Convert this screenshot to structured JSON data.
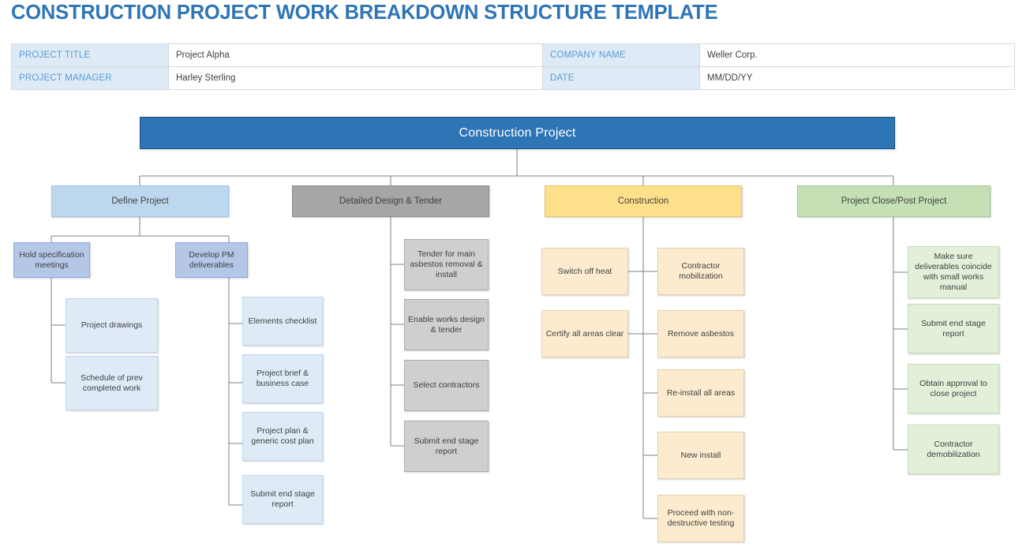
{
  "title": "CONSTRUCTION PROJECT WORK BREAKDOWN STRUCTURE TEMPLATE",
  "header": {
    "rows": [
      {
        "label_left": "PROJECT TITLE",
        "value_left": "Project Alpha",
        "label_right": "COMPANY NAME",
        "value_right": "Weller Corp."
      },
      {
        "label_left": "PROJECT MANAGER",
        "value_left": "Harley Sterling",
        "label_right": "DATE",
        "value_right": "MM/DD/YY"
      }
    ]
  },
  "colors": {
    "title": "#2E75B6",
    "root": "#2E75B6",
    "header_label_bg": "#DEEAF6",
    "header_label_text": "#5B9BD5",
    "branch_define": "#BDD7EE",
    "branch_design": "#A6A6A6",
    "branch_construction": "#FFE08A",
    "branch_close": "#C5E0B4",
    "connector": "#808080"
  },
  "chart_data": {
    "type": "diagram",
    "diagram_kind": "work-breakdown-structure",
    "root": "Construction Project",
    "branches": [
      {
        "label": "Define Project",
        "color": "#BDD7EE",
        "children": [
          {
            "label": "Hold specification meetings",
            "color": "#B4C7E7",
            "children": [
              {
                "label": "Project drawings",
                "color": "#DEEBF7"
              },
              {
                "label": "Schedule of prev completed work",
                "color": "#DEEBF7"
              }
            ]
          },
          {
            "label": "Develop PM deliverables",
            "color": "#B4C7E7",
            "children": [
              {
                "label": "Elements checklist",
                "color": "#DEEBF7"
              },
              {
                "label": "Project brief & business case",
                "color": "#DEEBF7"
              },
              {
                "label": "Project plan & generic cost plan",
                "color": "#DEEBF7"
              },
              {
                "label": "Submit end stage report",
                "color": "#DEEBF7"
              }
            ]
          }
        ]
      },
      {
        "label": "Detailed Design & Tender",
        "color": "#A6A6A6",
        "children": [
          {
            "label": "Tender for main asbestos removal & install",
            "color": "#D0CECE"
          },
          {
            "label": "Enable works design & tender",
            "color": "#D0CECE"
          },
          {
            "label": "Select contractors",
            "color": "#D0CECE"
          },
          {
            "label": "Submit end stage report",
            "color": "#D0CECE"
          }
        ]
      },
      {
        "label": "Construction",
        "color": "#FFE08A",
        "children": [
          {
            "label": "Switch off heat",
            "color": "#FCEBCE",
            "side": "left"
          },
          {
            "label": "Certify all areas clear",
            "color": "#FCEBCE",
            "side": "left"
          },
          {
            "label": "Contractor mobilization",
            "color": "#FCEBCE",
            "side": "right"
          },
          {
            "label": "Remove asbestos",
            "color": "#FCEBCE",
            "side": "right"
          },
          {
            "label": "Re-install all areas",
            "color": "#FCEBCE",
            "side": "right"
          },
          {
            "label": "New install",
            "color": "#FCEBCE",
            "side": "right"
          },
          {
            "label": "Proceed with non-destructive testing",
            "color": "#FCEBCE",
            "side": "right"
          }
        ]
      },
      {
        "label": "Project Close/Post Project",
        "color": "#C5E0B4",
        "children": [
          {
            "label": "Make sure deliverables coincide with small works manual",
            "color": "#E2EFD9"
          },
          {
            "label": "Submit end stage report",
            "color": "#E2EFD9"
          },
          {
            "label": "Obtain approval to close project",
            "color": "#E2EFD9"
          },
          {
            "label": "Contractor demobilization",
            "color": "#E2EFD9"
          }
        ]
      }
    ]
  }
}
